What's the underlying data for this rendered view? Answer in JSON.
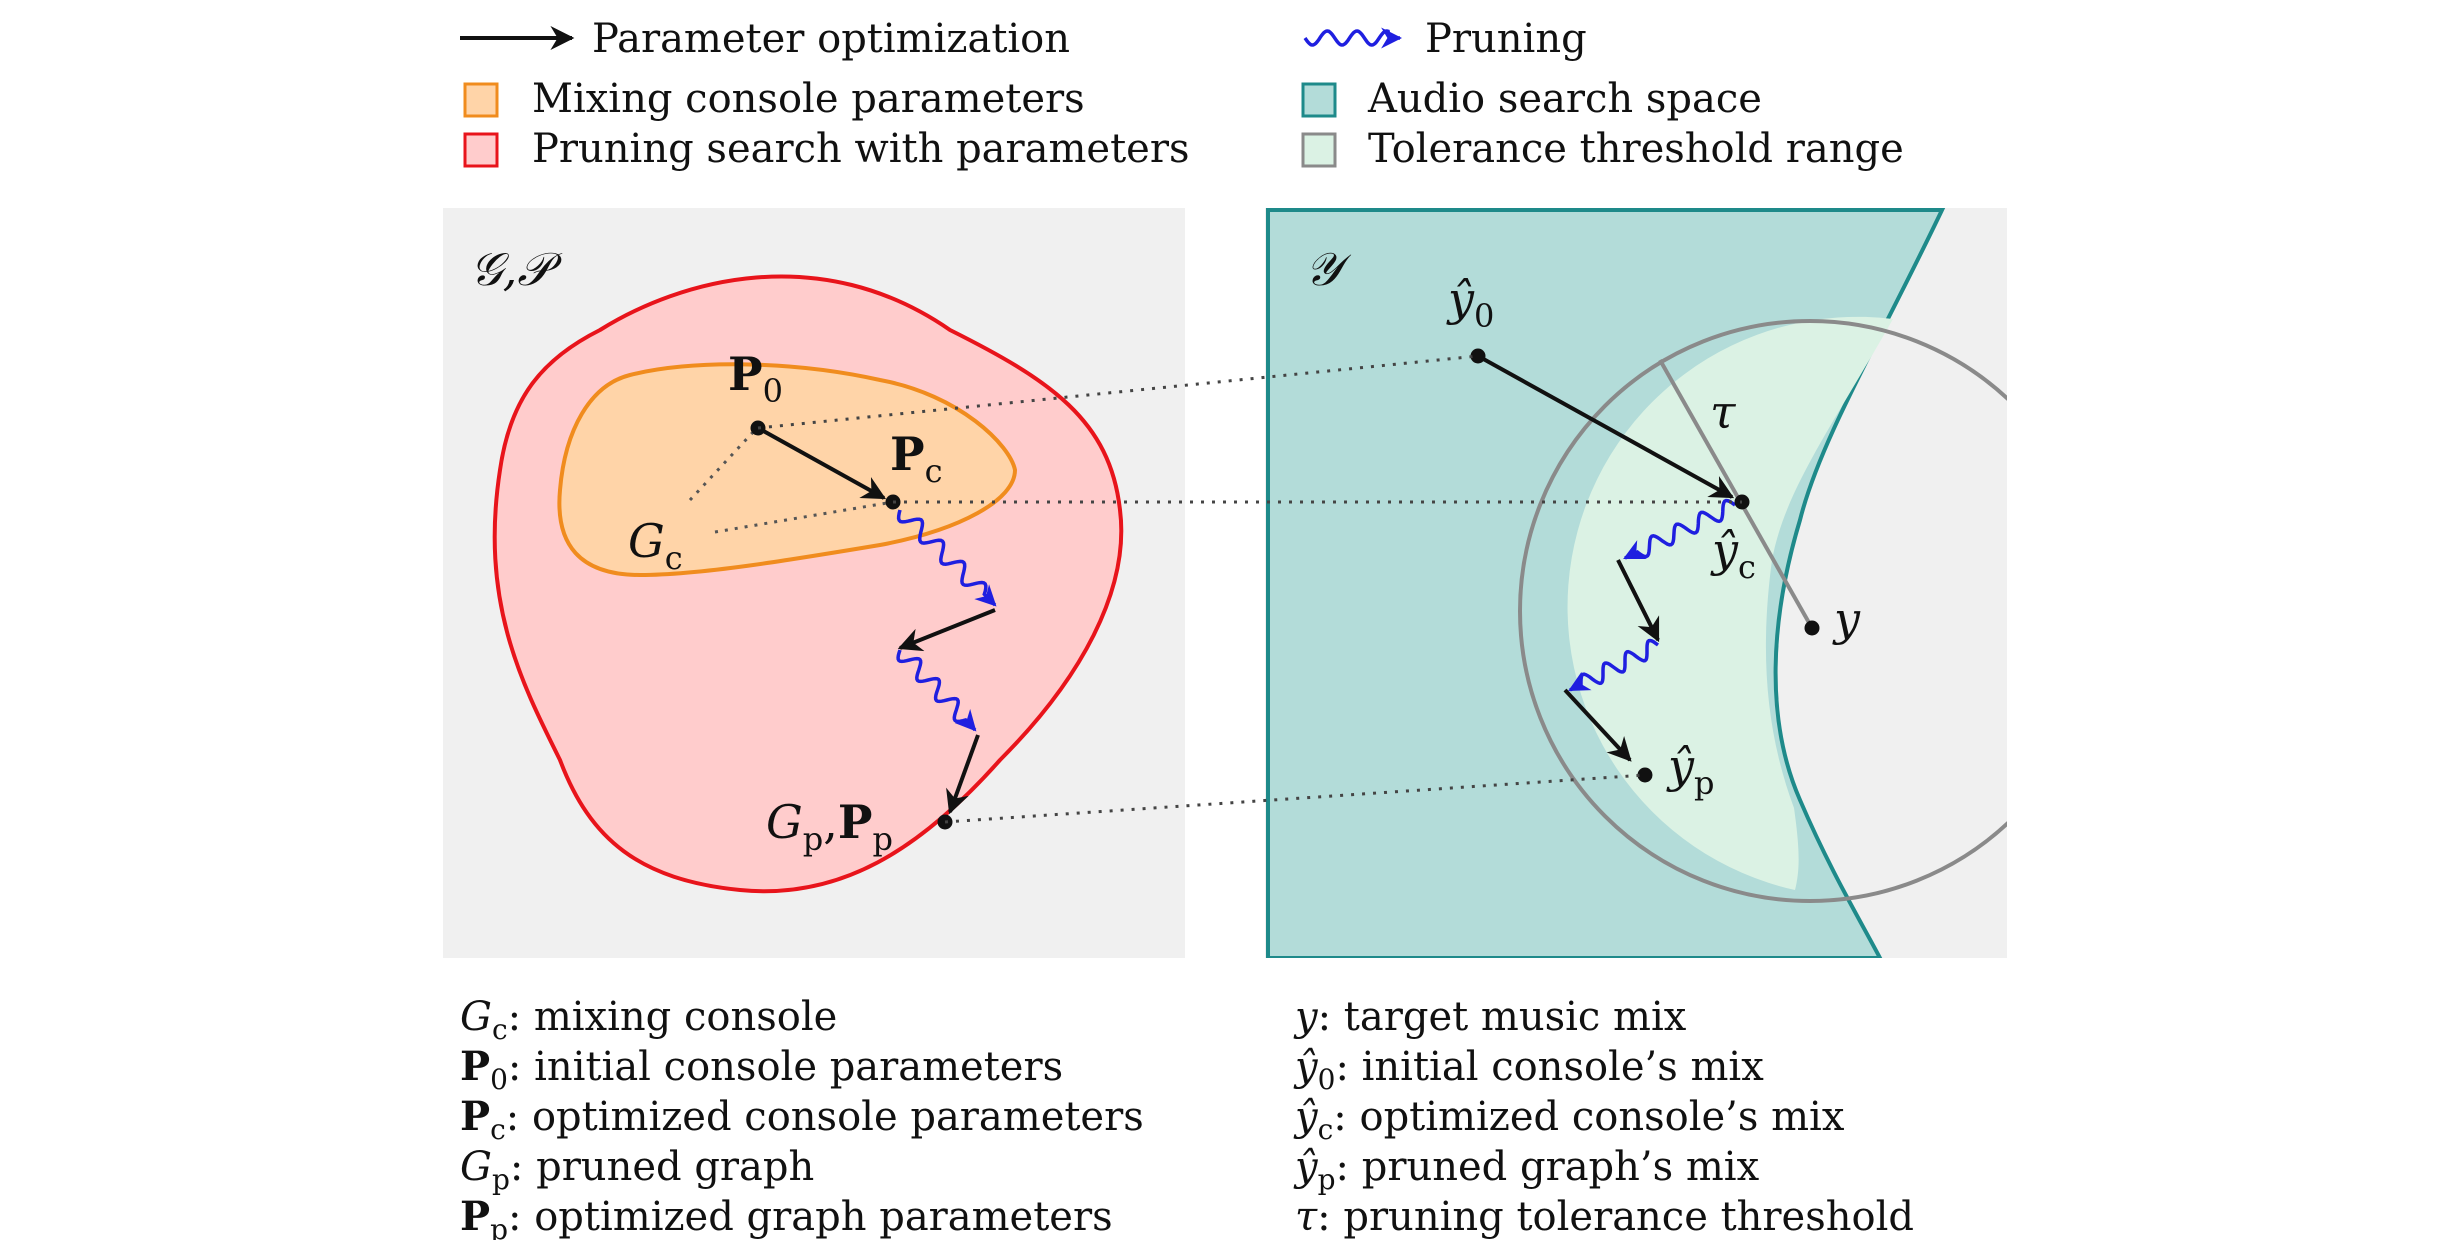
{
  "legend": {
    "items": [
      {
        "kind": "arrow-black",
        "label": "Parameter optimization"
      },
      {
        "kind": "box",
        "label": "Mixing console parameters"
      },
      {
        "kind": "box",
        "label": "Pruning search with parameters"
      },
      {
        "kind": "arrow-wavy",
        "label": "Pruning"
      },
      {
        "kind": "box",
        "label": "Audio search space"
      },
      {
        "kind": "box",
        "label": "Tolerance threshold range"
      }
    ]
  },
  "colors": {
    "panel_bg": "#f0f0f0",
    "pruning_fill": "#ffcccc",
    "pruning_stroke": "#e8141b",
    "console_fill": "#ffd4a8",
    "console_stroke": "#f08c1e",
    "audio_fill": "#b3dcd9",
    "audio_stroke": "#1e8a8a",
    "tolerance_fill": "#dbf2e4",
    "tolerance_stroke": "#8a8a8a",
    "pruning_arrow": "#1f1fe0",
    "opt_arrow": "#111111"
  },
  "left_panel": {
    "title": "𝒢,𝒫",
    "nodes": {
      "P0": {
        "main": "P",
        "sub": "0"
      },
      "Pc": {
        "main": "P",
        "sub": "c"
      },
      "Gc": {
        "main": "G",
        "sub": "c"
      },
      "GpPp": {
        "main1": "G",
        "sub1": "p",
        "sep": ",",
        "main2": "P",
        "sub2": "p"
      }
    }
  },
  "right_panel": {
    "title": "𝒴",
    "nodes": {
      "y0": {
        "main": "ŷ",
        "sub": "0"
      },
      "yc": {
        "main": "ŷ",
        "sub": "c"
      },
      "yp": {
        "main": "ŷ",
        "sub": "p"
      },
      "y": {
        "main": "y"
      },
      "tau": {
        "main": "τ"
      }
    }
  },
  "captions": {
    "left": [
      {
        "sym": "G",
        "sub": "c",
        "sym_style": "italic",
        "text": ": mixing console"
      },
      {
        "sym": "P",
        "sub": "0",
        "sym_style": "bold",
        "text": ": initial console parameters"
      },
      {
        "sym": "P",
        "sub": "c",
        "sym_style": "bold",
        "text": ": optimized console parameters"
      },
      {
        "sym": "G",
        "sub": "p",
        "sym_style": "italic",
        "text": ": pruned graph"
      },
      {
        "sym": "P",
        "sub": "p",
        "sym_style": "bold",
        "text": ": optimized graph parameters"
      }
    ],
    "right": [
      {
        "sym": "y",
        "sub": "",
        "sym_style": "italic",
        "text": ": target music mix"
      },
      {
        "sym": "ŷ",
        "sub": "0",
        "sym_style": "italic",
        "text": ": initial console’s mix"
      },
      {
        "sym": "ŷ",
        "sub": "c",
        "sym_style": "italic",
        "text": ": optimized console’s mix"
      },
      {
        "sym": "ŷ",
        "sub": "p",
        "sym_style": "italic",
        "text": ": pruned graph’s mix"
      },
      {
        "sym": "τ",
        "sub": "",
        "sym_style": "italic",
        "text": ": pruning tolerance threshold"
      }
    ]
  }
}
